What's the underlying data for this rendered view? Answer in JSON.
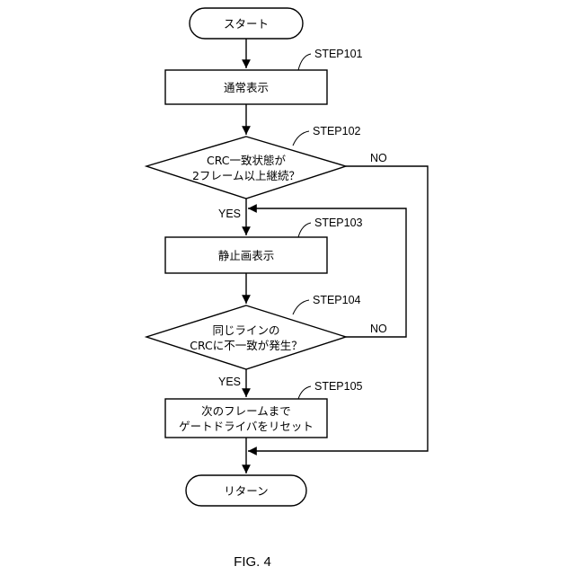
{
  "nodes": {
    "start": {
      "label": "スタート"
    },
    "normal_display": {
      "label": "通常表示",
      "step": "STEP101"
    },
    "crc_check": {
      "lines": [
        "CRC一致状態が",
        "2フレーム以上継続？"
      ],
      "step": "STEP102"
    },
    "still_display": {
      "label": "静止画表示",
      "step": "STEP103"
    },
    "line_check": {
      "lines": [
        "同じラインの",
        "CRCに不一致が発生？"
      ],
      "step": "STEP104"
    },
    "reset_driver": {
      "lines": [
        "次のフレームまで",
        "ゲートドライバをリセット"
      ],
      "step": "STEP105"
    },
    "return": {
      "label": "リターン"
    }
  },
  "branches": {
    "crc_check_yes": "YES",
    "crc_check_no": "NO",
    "line_check_yes": "YES",
    "line_check_no": "NO"
  },
  "caption": "FIG. 4"
}
